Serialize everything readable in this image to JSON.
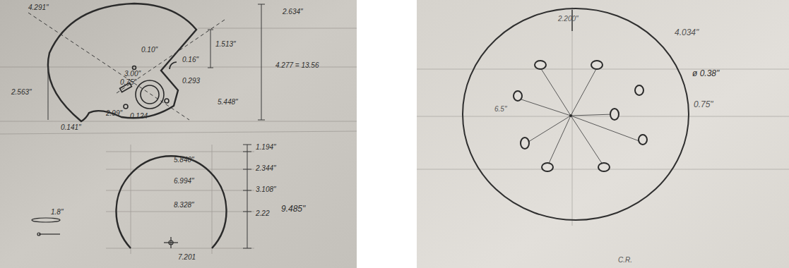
{
  "diagram": {
    "labels": [
      "4.291\"",
      "2.634\"",
      "1.513\"",
      "0.10\"",
      "0.16\"",
      "3.00\"",
      "0.75\"",
      "0.293",
      "5.448\"",
      "2.99\"",
      "0.124",
      "2.563\"",
      "0.141\"",
      "4.277 = 13.56",
      "5.840\"",
      "6.994\"",
      "8.328\"",
      "7.201",
      "1.194\"",
      "2.344\"",
      "3.108\"",
      "2.22",
      "9.485\"",
      "1.8\"",
      "2.200\"",
      "4.034\"",
      "ø 0.38\"",
      "0.75\"",
      "6.5\"",
      "C.R."
    ]
  }
}
